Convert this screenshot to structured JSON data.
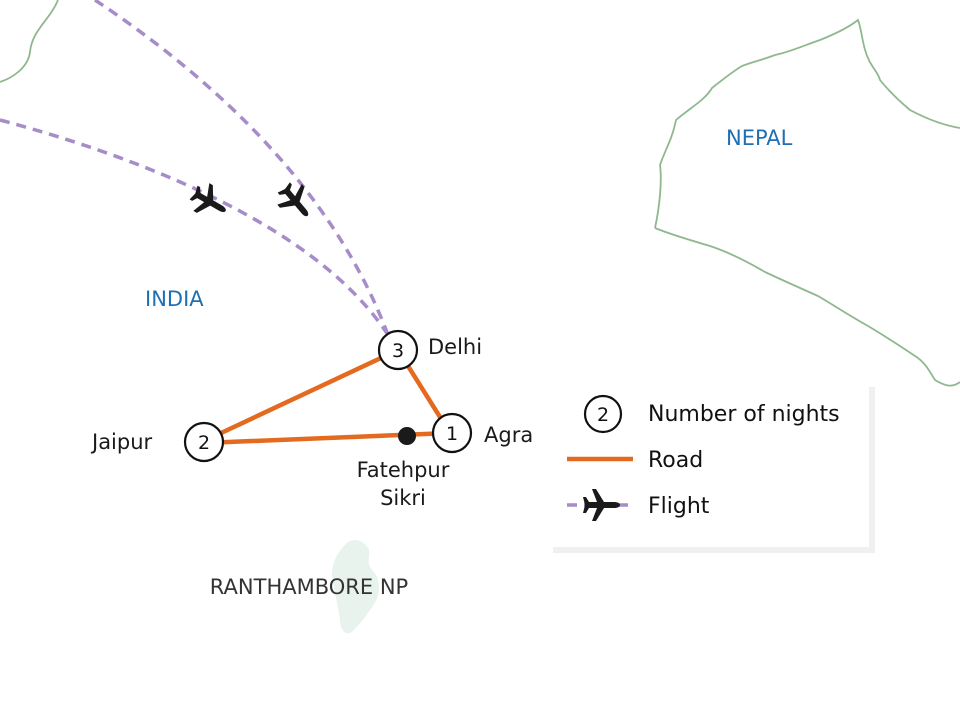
{
  "colors": {
    "border": "#8fb88f",
    "road": "#e46a1f",
    "flight": "#a68cc9",
    "country_label": "#1f6fb4",
    "park_fill": "#e8f3ee"
  },
  "countries": {
    "nepal": "NEPAL",
    "india": "INDIA"
  },
  "park": "RANTHAMBORE NP",
  "stops": {
    "delhi": {
      "name": "Delhi",
      "nights": "3"
    },
    "jaipur": {
      "name": "Jaipur",
      "nights": "2"
    },
    "agra": {
      "name": "Agra",
      "nights": "1"
    }
  },
  "waypoint": {
    "line1": "Fatehpur",
    "line2": "Sikri"
  },
  "legend": {
    "nights_sample": "2",
    "nights_label": "Number of nights",
    "road_label": "Road",
    "flight_label": "Flight"
  },
  "icons": {
    "plane": "airplane-icon",
    "stop_marker": "night-count-circle"
  }
}
